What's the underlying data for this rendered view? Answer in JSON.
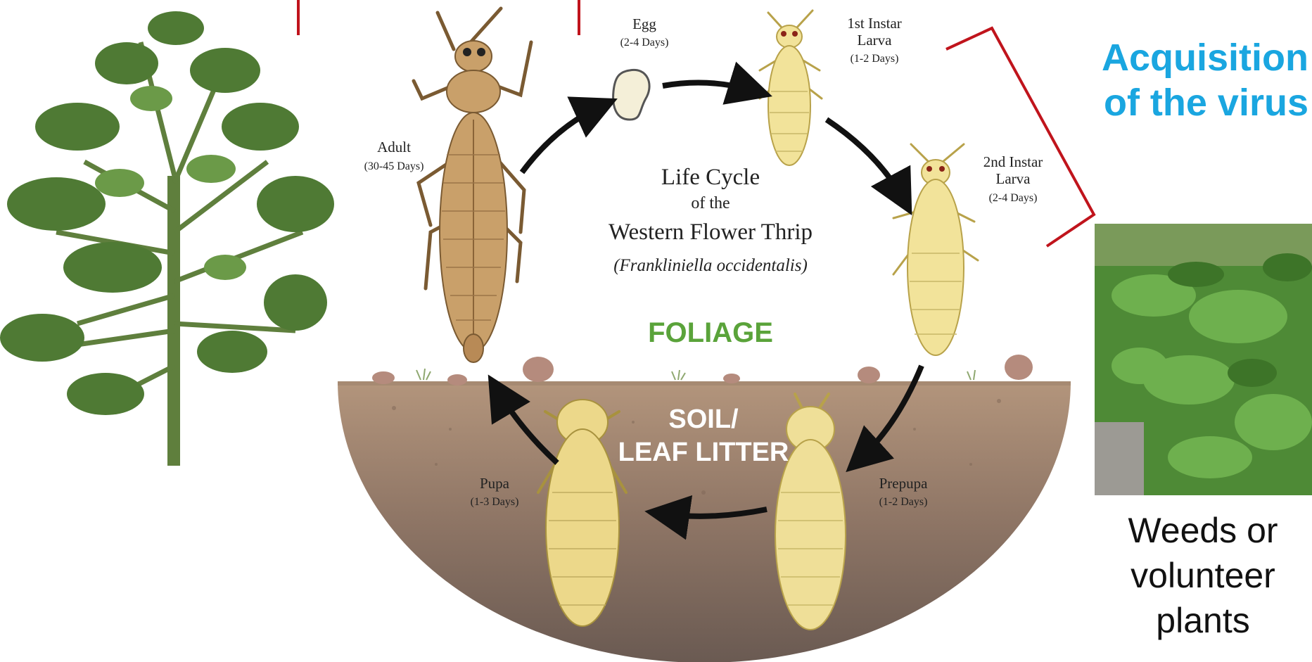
{
  "title": {
    "line1": "Life Cycle",
    "line2": "of the",
    "line3": "Western Flower Thrip",
    "scientific": "(Frankliniella occidentalis)"
  },
  "zones": {
    "foliage": "FOLIAGE",
    "soil_line1": "SOIL/",
    "soil_line2": "LEAF LITTER"
  },
  "stages": {
    "egg": {
      "name": "Egg",
      "duration": "(2-4 Days)"
    },
    "instar1": {
      "name_line1": "1st Instar",
      "name_line2": "Larva",
      "duration": "(1-2 Days)"
    },
    "instar2": {
      "name_line1": "2nd Instar",
      "name_line2": "Larva",
      "duration": "(2-4 Days)"
    },
    "prepupa": {
      "name": "Prepupa",
      "duration": "(1-2 Days)"
    },
    "pupa": {
      "name": "Pupa",
      "duration": "(1-3 Days)"
    },
    "adult": {
      "name": "Adult",
      "duration": "(30-45 Days)"
    }
  },
  "annotations": {
    "acquisition_line1": "Acquisition",
    "acquisition_line2": "of the virus",
    "weeds_line1": "Weeds or",
    "weeds_line2": "volunteer",
    "weeds_line3": "plants"
  },
  "colors": {
    "bracket": "#c0141c",
    "acquisition_text": "#1aa6e0",
    "foliage_text": "#5aa33a",
    "soil_top": "#a98a72",
    "soil_bottom": "#6b5a50",
    "adult_body": "#c9a06a",
    "larva_body": "#f2e39a",
    "pupa_body": "#ecd88a"
  }
}
